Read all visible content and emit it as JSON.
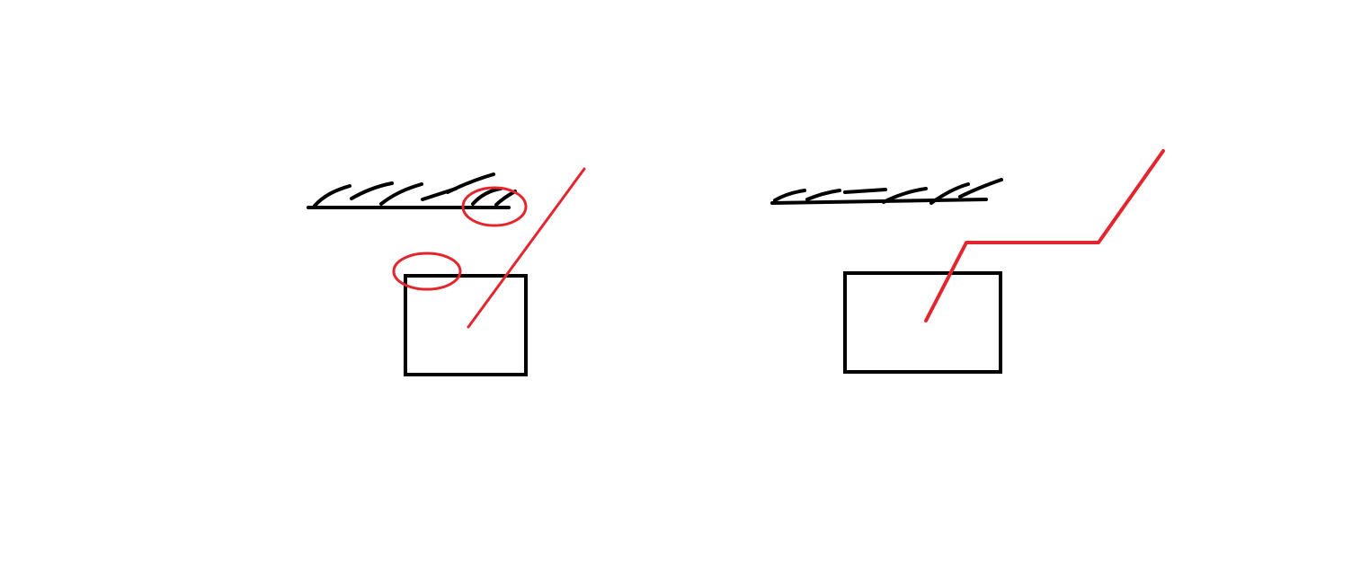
{
  "colors": {
    "background": "#ffffff",
    "ink": "#000000",
    "annotation": "#e3262e"
  },
  "panels": [
    {
      "name": "left-sketch",
      "elements": [
        "hatched-surface",
        "box",
        "straight-red-line",
        "red-circle-near-surface",
        "red-circle-near-box"
      ]
    },
    {
      "name": "right-sketch",
      "elements": [
        "hatched-surface",
        "box",
        "bent-red-path"
      ]
    }
  ]
}
